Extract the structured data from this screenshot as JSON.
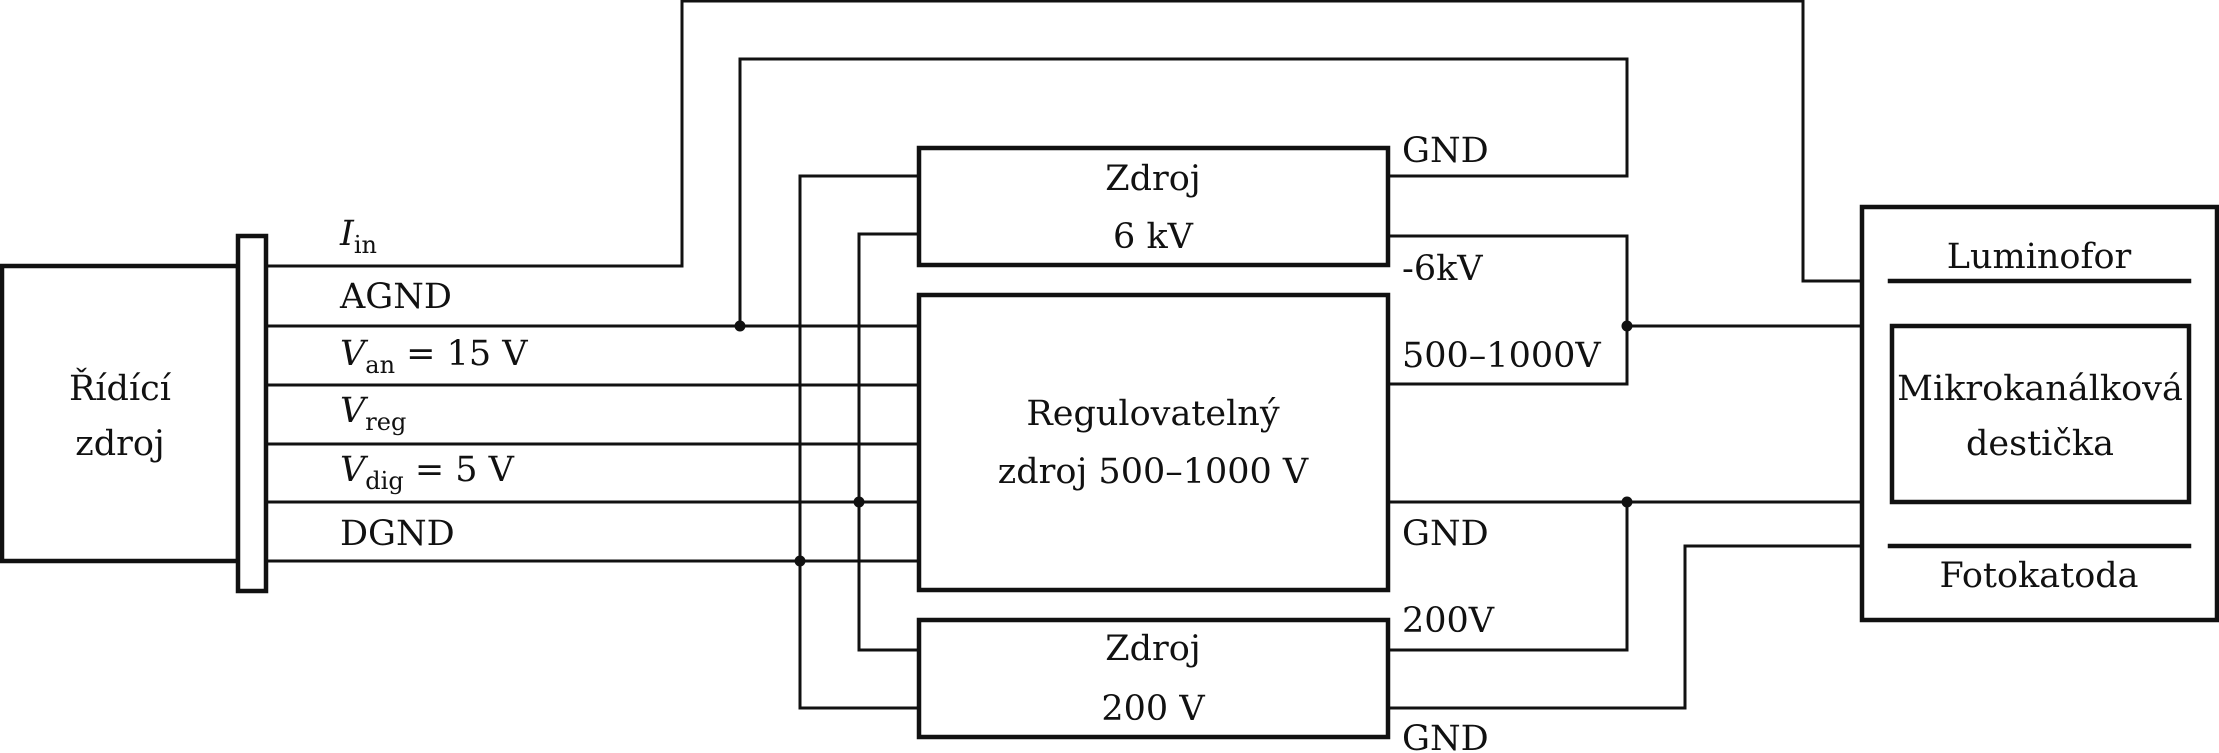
{
  "control_source": {
    "line1": "Řídící",
    "line2": "zdroj"
  },
  "signals": {
    "i_in": {
      "symbol": "I",
      "sub": "in"
    },
    "agnd": "AGND",
    "v_an": {
      "symbol": "V",
      "sub": "an",
      "rest": " = 15 V"
    },
    "v_reg": {
      "symbol": "V",
      "sub": "reg"
    },
    "v_dig": {
      "symbol": "V",
      "sub": "dig",
      "rest": " = 5 V"
    },
    "dgnd": "DGND"
  },
  "source_6kv": {
    "line1": "Zdroj",
    "line2": "6 kV",
    "out_top": "GND",
    "out_bottom": "-6kV"
  },
  "regulated_source": {
    "line1": "Regulovatelný",
    "line2": "zdroj 500–1000 V",
    "out_top": "500–1000V",
    "out_bottom": "GND"
  },
  "source_200v": {
    "line1": "Zdroj",
    "line2": "200 V",
    "out_top": "200V",
    "out_bottom": "GND"
  },
  "detector": {
    "luminofor": "Luminofor",
    "mcp_line1": "Mikrokanálková",
    "mcp_line2": "destička",
    "photocathode": "Fotokatoda"
  }
}
